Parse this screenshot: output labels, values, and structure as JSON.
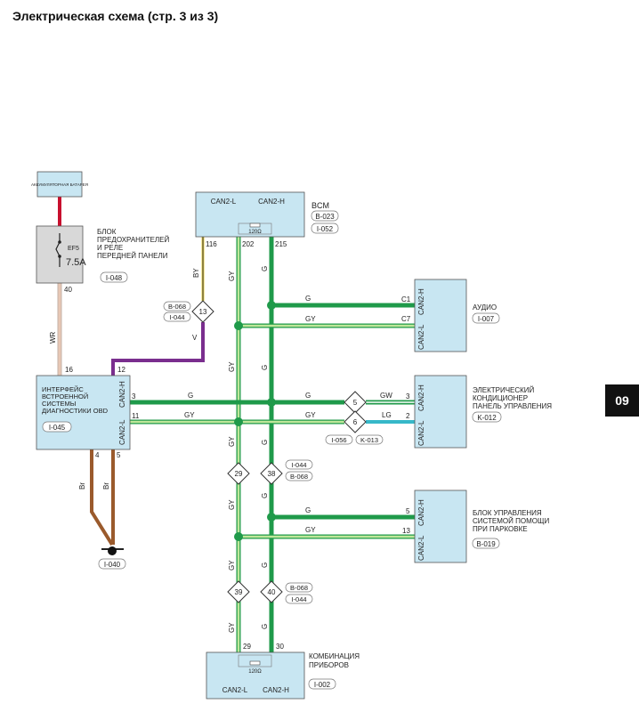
{
  "header": {
    "title": "Электрическая схема (стр. 3 из 3)",
    "section_tab": "09"
  },
  "colors": {
    "module_fill": "#c8e6f2",
    "wire_green": "#1f9a4a",
    "wire_gy": "#a8d95a",
    "wire_violet": "#7a2e8e",
    "wire_red": "#c8102e",
    "wire_brown": "#9a5a2c",
    "wire_lg": "#36b8c8",
    "wire_wr": "#e7c7b4",
    "wire_by": "#333333",
    "fuse_box_fill": "#d8d8d8"
  },
  "battery": {
    "label": "АККУМУЛЯТОРНАЯ БАТАРЕЯ"
  },
  "fuse_block": {
    "title_line1": "БЛОК",
    "title_line2": "ПРЕДОХРАНИТЕЛЕЙ",
    "title_line3": "И РЕЛЕ",
    "title_line4": "ПЕРЕДНЕЙ ПАНЕЛИ",
    "fuse_name": "EF5",
    "fuse_rating": "7.5A",
    "connector": "I-048",
    "pin": "40",
    "wire": "WR"
  },
  "bcm": {
    "name": "BCM",
    "connector1": "B-023",
    "connector2": "I-052",
    "can_l": "CAN2-L",
    "can_h": "CAN2-H",
    "resistor": "120Ω",
    "pin_116": "116",
    "pin_202": "202",
    "pin_215": "215"
  },
  "obd": {
    "title_line1": "ИНТЕРФЕЙС",
    "title_line2": "ВСТРОЕННОЙ",
    "title_line3": "СИСТЕМЫ",
    "title_line4": "ДИАГНОСТИКИ OBD",
    "connector": "I-045",
    "can_h": "CAN2-H",
    "can_l": "CAN2-L",
    "pin_16": "16",
    "pin_12": "12",
    "pin_3": "3",
    "pin_11": "11",
    "pin_4": "4",
    "pin_5": "5"
  },
  "ground": {
    "connector": "I-040",
    "wire": "Br"
  },
  "audio": {
    "title": "АУДИО",
    "connector": "I-007",
    "pin_c1": "C1",
    "pin_c7": "C7",
    "can_h": "CAN2-H",
    "can_l": "CAN2-L"
  },
  "climate": {
    "title_line1": "ЭЛЕКТРИЧЕСКИЙ",
    "title_line2": "КОНДИЦИОНЕР",
    "title_line3": "ПАНЕЛЬ УПРАВЛЕНИЯ",
    "connector": "K-012",
    "pin_3": "3",
    "pin_2": "2",
    "can_h": "CAN2-H",
    "can_l": "CAN2-L"
  },
  "parking": {
    "title_line1": "БЛОК УПРАВЛЕНИЯ",
    "title_line2": "СИСТЕМОЙ ПОМОЩИ",
    "title_line3": "ПРИ ПАРКОВКЕ",
    "connector": "B-019",
    "pin_5": "5",
    "pin_13": "13",
    "can_h": "CAN2-H",
    "can_l": "CAN2-L"
  },
  "cluster": {
    "title_line1": "КОМБИНАЦИЯ",
    "title_line2": "ПРИБОРОВ",
    "connector": "I-002",
    "resistor": "120Ω",
    "can_l": "CAN2-L",
    "can_h": "CAN2-H",
    "pin_29": "29",
    "pin_30": "30"
  },
  "joints": {
    "j13": {
      "num": "13",
      "conn1": "B-068",
      "conn2": "I-044"
    },
    "j5": {
      "num": "5"
    },
    "j6": {
      "num": "6",
      "conn1": "I-056",
      "conn2": "K-013"
    },
    "j29": {
      "num": "29"
    },
    "j38": {
      "num": "38",
      "conn1": "I-044",
      "conn2": "B-068"
    },
    "j39": {
      "num": "39"
    },
    "j40": {
      "num": "40",
      "conn1": "B-068",
      "conn2": "I-044"
    }
  },
  "wire_labels": {
    "g": "G",
    "gy": "GY",
    "gw": "GW",
    "lg": "LG",
    "by": "BY",
    "v": "V",
    "wr": "WR",
    "br": "Br"
  }
}
